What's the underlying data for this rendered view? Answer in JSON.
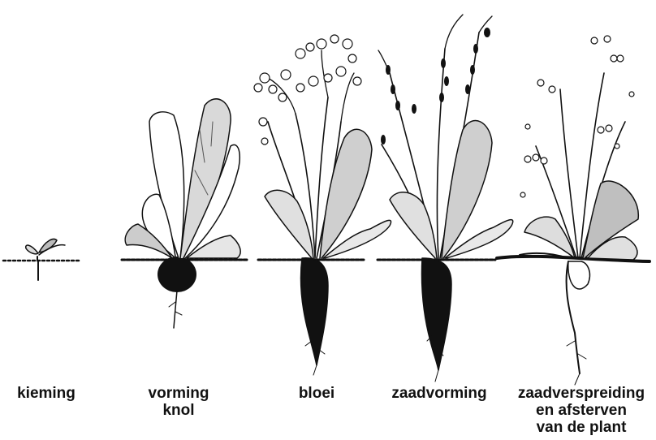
{
  "stages": [
    {
      "id": "kieming",
      "lines": [
        "kieming"
      ]
    },
    {
      "id": "vorming-knol",
      "lines": [
        "vorming",
        "knol"
      ]
    },
    {
      "id": "bloei",
      "lines": [
        "bloei"
      ]
    },
    {
      "id": "zaadvorming",
      "lines": [
        "zaadvorming"
      ]
    },
    {
      "id": "zaadverspreiding",
      "lines": [
        "zaadverspreiding",
        "en afsterven",
        "van de plant"
      ]
    }
  ]
}
